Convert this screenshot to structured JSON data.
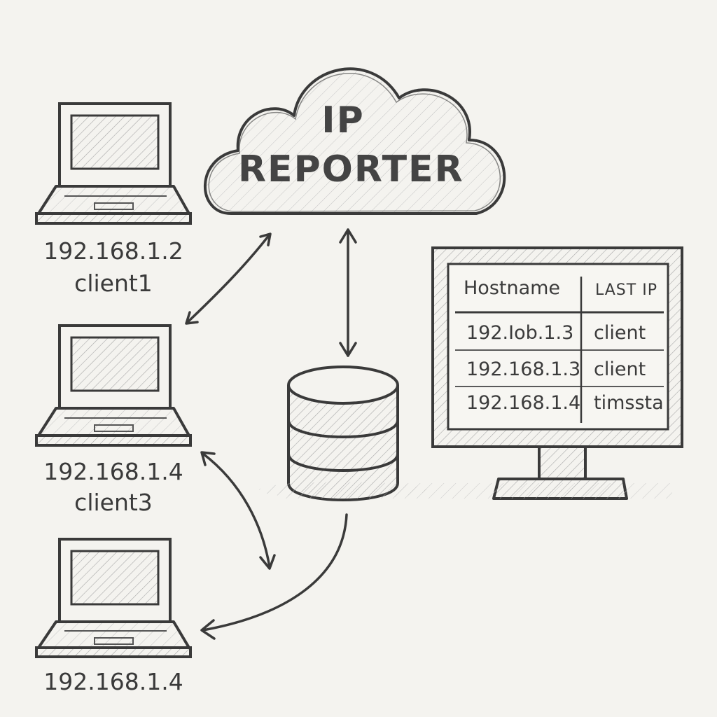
{
  "cloud": {
    "title_line1": "IP",
    "title_line2": "REPORTER"
  },
  "clients": [
    {
      "ip": "192.168.1.2",
      "name": "client1"
    },
    {
      "ip": "192.168.1.4",
      "name": "client3"
    },
    {
      "ip": "192.168.1.4",
      "name": ""
    }
  ],
  "monitor_table": {
    "headers": [
      "Hostname",
      "LAST IP"
    ],
    "rows": [
      [
        "192.Iob.1.3",
        "client"
      ],
      [
        "192.168.1.3",
        "client"
      ],
      [
        "192.168.1.4",
        "timssta"
      ]
    ]
  },
  "colors": {
    "pencil": "#3a3a3a",
    "paper": "#f4f3ef",
    "hatch": "#9a9a9a"
  }
}
